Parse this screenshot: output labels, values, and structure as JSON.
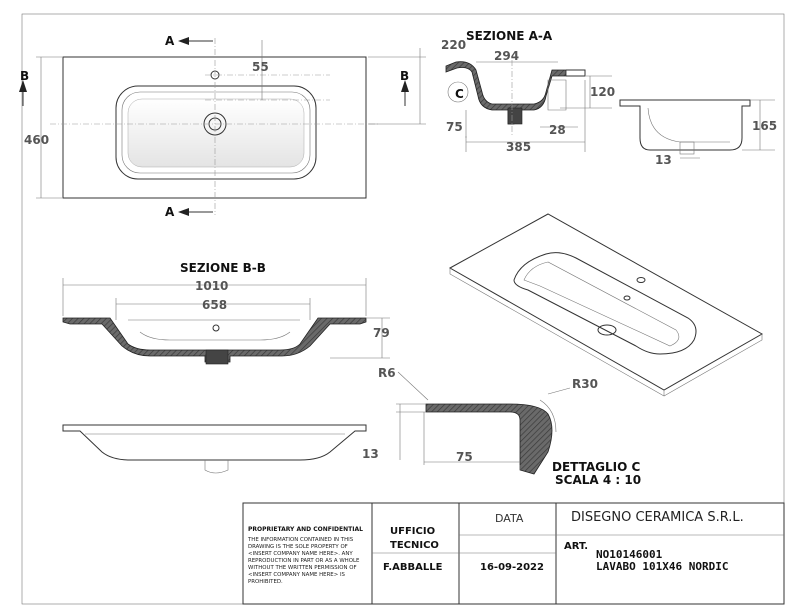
{
  "views": {
    "top": {
      "section_a_label_top": "A",
      "section_a_label_bottom": "A",
      "section_b_label_left": "B",
      "section_b_label_right": "B",
      "dim_height": "460",
      "dim_tap": "55",
      "dim_depth_total": "220"
    },
    "section_aa": {
      "title": "SEZIONE A-A",
      "dim_294": "294",
      "dim_120": "120",
      "dim_75": "75",
      "dim_28": "28",
      "dim_385": "385",
      "detail_marker": "C"
    },
    "side": {
      "dim_165": "165",
      "dim_13": "13"
    },
    "section_bb": {
      "title": "SEZIONE B-B",
      "dim_1010": "1010",
      "dim_658": "658",
      "dim_79": "79"
    },
    "detail_c": {
      "title": "DETTAGLIO C",
      "scale": "SCALA 4 : 10",
      "dim_r6": "R6",
      "dim_r30": "R30",
      "dim_13": "13",
      "dim_75": "75"
    }
  },
  "title_block": {
    "proprietary_heading": "PROPRIETARY AND CONFIDENTIAL",
    "proprietary_lines": [
      "THE INFORMATION CONTAINED IN THIS",
      "DRAWING IS THE SOLE PROPERTY OF",
      "<INSERT COMPANY NAME HERE>.  ANY",
      "REPRODUCTION IN PART OR AS A WHOLE",
      "WITHOUT THE WRITTEN PERMISSION OF",
      "<INSERT COMPANY NAME HERE> IS",
      "PROHIBITED."
    ],
    "office_label_1": "UFFICIO",
    "office_label_2": "TECNICO",
    "author": "F.ABBALLE",
    "date_label": "DATA",
    "date_value": "16-09-2022",
    "company": "DISEGNO CERAMICA S.R.L.",
    "art_label": "ART.",
    "art_code": "NO10146001",
    "art_description": "LAVABO 101X46 NORDIC"
  },
  "colors": {
    "line": "#333333",
    "hatch": "#555555",
    "dimension_text": "#555555"
  }
}
